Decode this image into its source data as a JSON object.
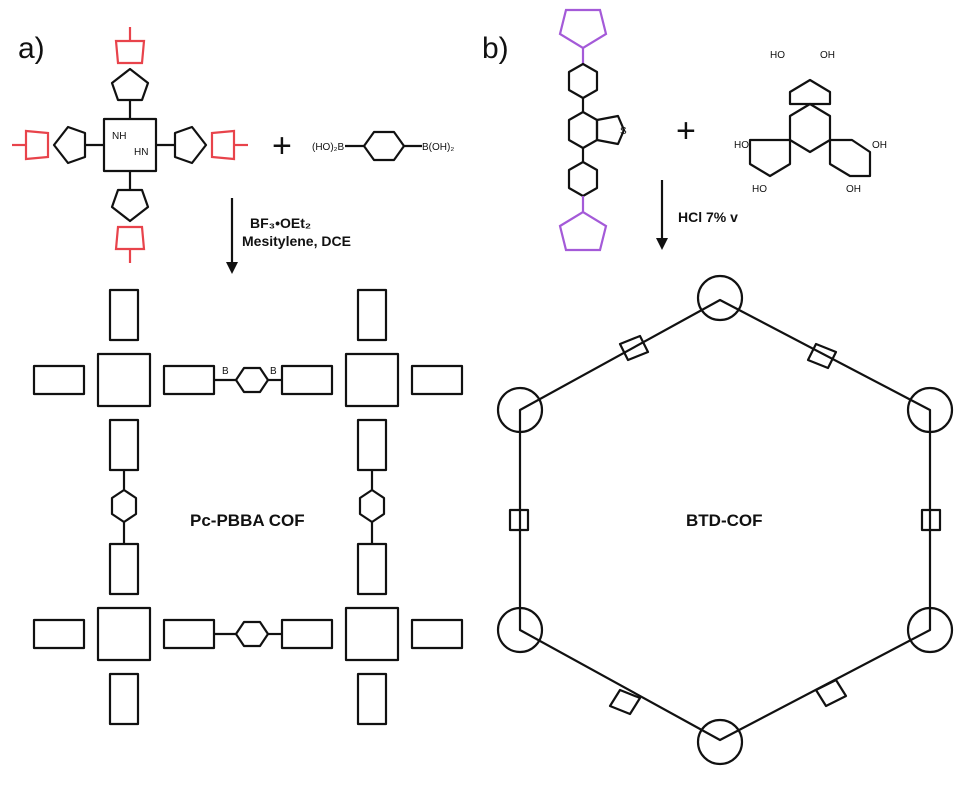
{
  "panel_a": {
    "label": "a)",
    "reagent_line1": "BF₃•OEt₂",
    "reagent_line2": "Mesitylene, DCE",
    "boronic_acid": "(HO)₂B",
    "boronic_acid_right": "B(OH)₂",
    "plus": "+",
    "cof_name": "Pc-PBBA COF"
  },
  "panel_b": {
    "label": "b)",
    "reagent": "HCl 7% v",
    "plus": "+",
    "oh": "OH",
    "ho": "HO",
    "cof_name": "BTD-COF"
  },
  "atoms": {
    "n": "N",
    "nh": "NH",
    "hn": "HN",
    "b": "B",
    "o": "O",
    "s": "S"
  },
  "colors": {
    "ink": "#111111",
    "acetonide": "#e8434b",
    "pinacol": "#a45ad8"
  }
}
